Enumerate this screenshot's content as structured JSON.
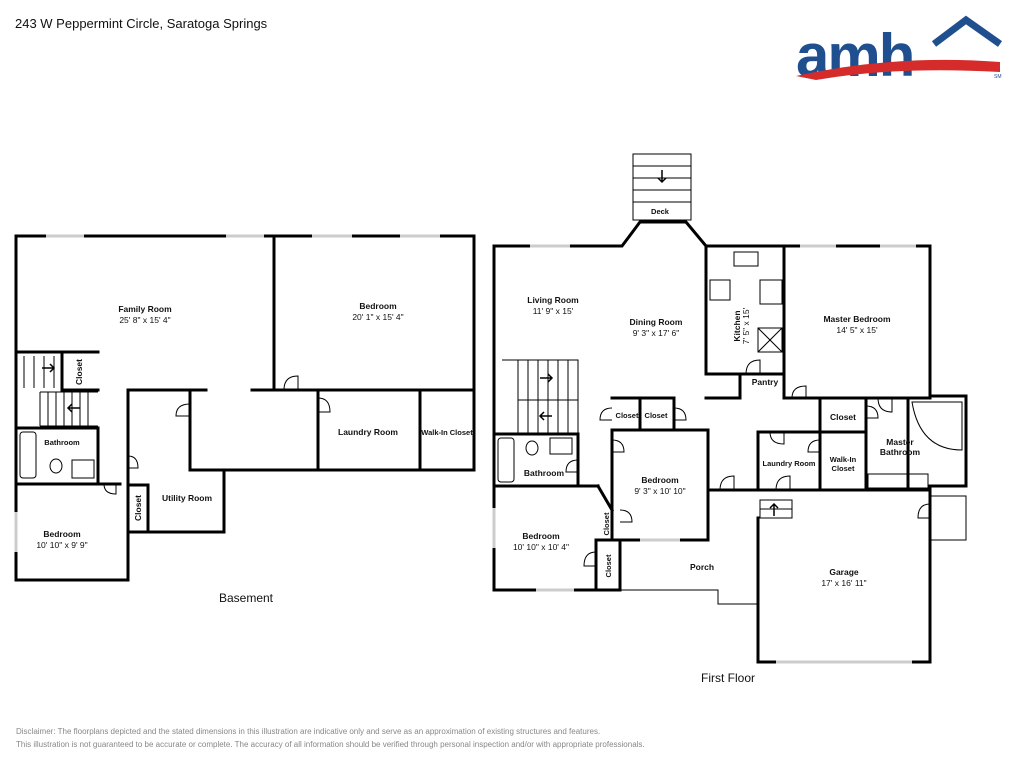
{
  "header": {
    "address": "243 W Peppermint Circle, Saratoga Springs",
    "logo_text": "amh",
    "logo_mark": "SM"
  },
  "colors": {
    "brand_blue": "#1f4f8f",
    "brand_red": "#d62b2b"
  },
  "floors": {
    "basement": {
      "label": "Basement",
      "rooms": {
        "family_room": {
          "name": "Family Room",
          "dim": "25' 8\" x 15' 4\""
        },
        "bedroom_1": {
          "name": "Bedroom",
          "dim": "20' 1\" x 15' 4\""
        },
        "bedroom_2": {
          "name": "Bedroom",
          "dim": "10' 10\" x 9' 9\""
        },
        "closet_1": {
          "name": "Closet"
        },
        "closet_2": {
          "name": "Closet"
        },
        "bathroom": {
          "name": "Bathroom"
        },
        "utility_room": {
          "name": "Utility Room"
        },
        "laundry_room": {
          "name": "Laundry Room"
        },
        "walk_in_closet": {
          "name": "Walk-In Closet"
        }
      }
    },
    "first_floor": {
      "label": "First Floor",
      "rooms": {
        "deck": {
          "name": "Deck"
        },
        "living_room": {
          "name": "Living Room",
          "dim": "11' 9\" x 15'"
        },
        "dining_room": {
          "name": "Dining Room",
          "dim": "9' 3\" x 17' 6\""
        },
        "kitchen": {
          "name": "Kitchen",
          "dim": "7' 5\" x 15'"
        },
        "master_bedroom": {
          "name": "Master Bedroom",
          "dim": "14' 5\" x 15'"
        },
        "pantry": {
          "name": "Pantry"
        },
        "closet_a": {
          "name": "Closet"
        },
        "closet_b": {
          "name": "Closet"
        },
        "closet_c": {
          "name": "Closet"
        },
        "closet_d": {
          "name": "Closet"
        },
        "closet_e": {
          "name": "Closet"
        },
        "bathroom": {
          "name": "Bathroom"
        },
        "bedroom_1": {
          "name": "Bedroom",
          "dim": "9' 3\" x 10' 10\""
        },
        "bedroom_2": {
          "name": "Bedroom",
          "dim": "10' 10\" x 10' 4\""
        },
        "laundry_room": {
          "name": "Laundry Room"
        },
        "walk_in_closet_line1": "Walk-In",
        "walk_in_closet_line2": "Closet",
        "master_bathroom_line1": "Master",
        "master_bathroom_line2": "Bathroom",
        "porch": {
          "name": "Porch"
        },
        "garage": {
          "name": "Garage",
          "dim": "17' x 16' 11\""
        }
      }
    }
  },
  "footer": {
    "disclaimer_1": "Disclaimer: The floorplans depicted and the stated dimensions in this illustration are indicative only and serve as an approximation of existing structures and features.",
    "disclaimer_2": "This illustration is not guaranteed to be accurate or complete. The accuracy of all information should be verified through personal inspection and/or with appropriate professionals."
  }
}
